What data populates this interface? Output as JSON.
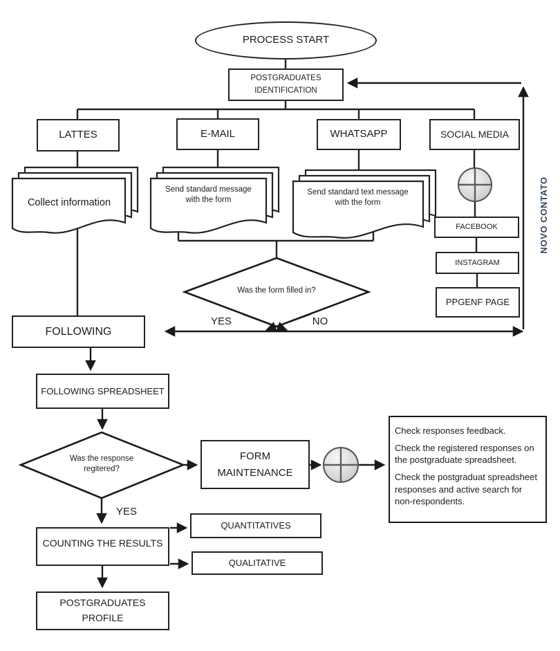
{
  "nodes": {
    "process_start": "PROCESS START",
    "postgraduates_identification": "POSTGRADUATES IDENTIFICATION",
    "lattes": "LATTES",
    "email": "E-MAIL",
    "whatsapp": "WHATSAPP",
    "social_media": "SOCIAL MEDIA",
    "collect_information": "Collect information",
    "email_message": "Send standard message with the form",
    "whatsapp_message": "Send standard text message with the form",
    "facebook": "FACEBOOK",
    "instagram": "INSTAGRAM",
    "ppgenf_page": "PPGENF PAGE",
    "form_filled_question": "Was the form filled in?",
    "following": "FOLLOWING",
    "following_spreadsheet": "FOLLOWING SPREADSHEET",
    "response_registered_question": "Was the response regitered?",
    "form_maintenance": "FORM MAINTENANCE",
    "counting_the_results": "COUNTING THE RESULTS",
    "quantitatives": "QUANTITATIVES",
    "qualitative": "QUALITATIVE",
    "postgraduates_profile": "POSTGRADUATES PROFILE"
  },
  "labels": {
    "yes_form": "YES",
    "no_form": "NO",
    "yes_response": "YES",
    "novo_contato": "NOVO CONTATO"
  },
  "note": {
    "lines": [
      "Check responses feedback.",
      "Check the registered responses on the postgraduate spreadsheet.",
      "Check the postgraduat spreadsheet responses and active search for non-respondents."
    ]
  },
  "colors": {
    "stroke": "#222222",
    "novo_contato_text": "#33475b",
    "junction_fill": "#d9d9d9"
  }
}
